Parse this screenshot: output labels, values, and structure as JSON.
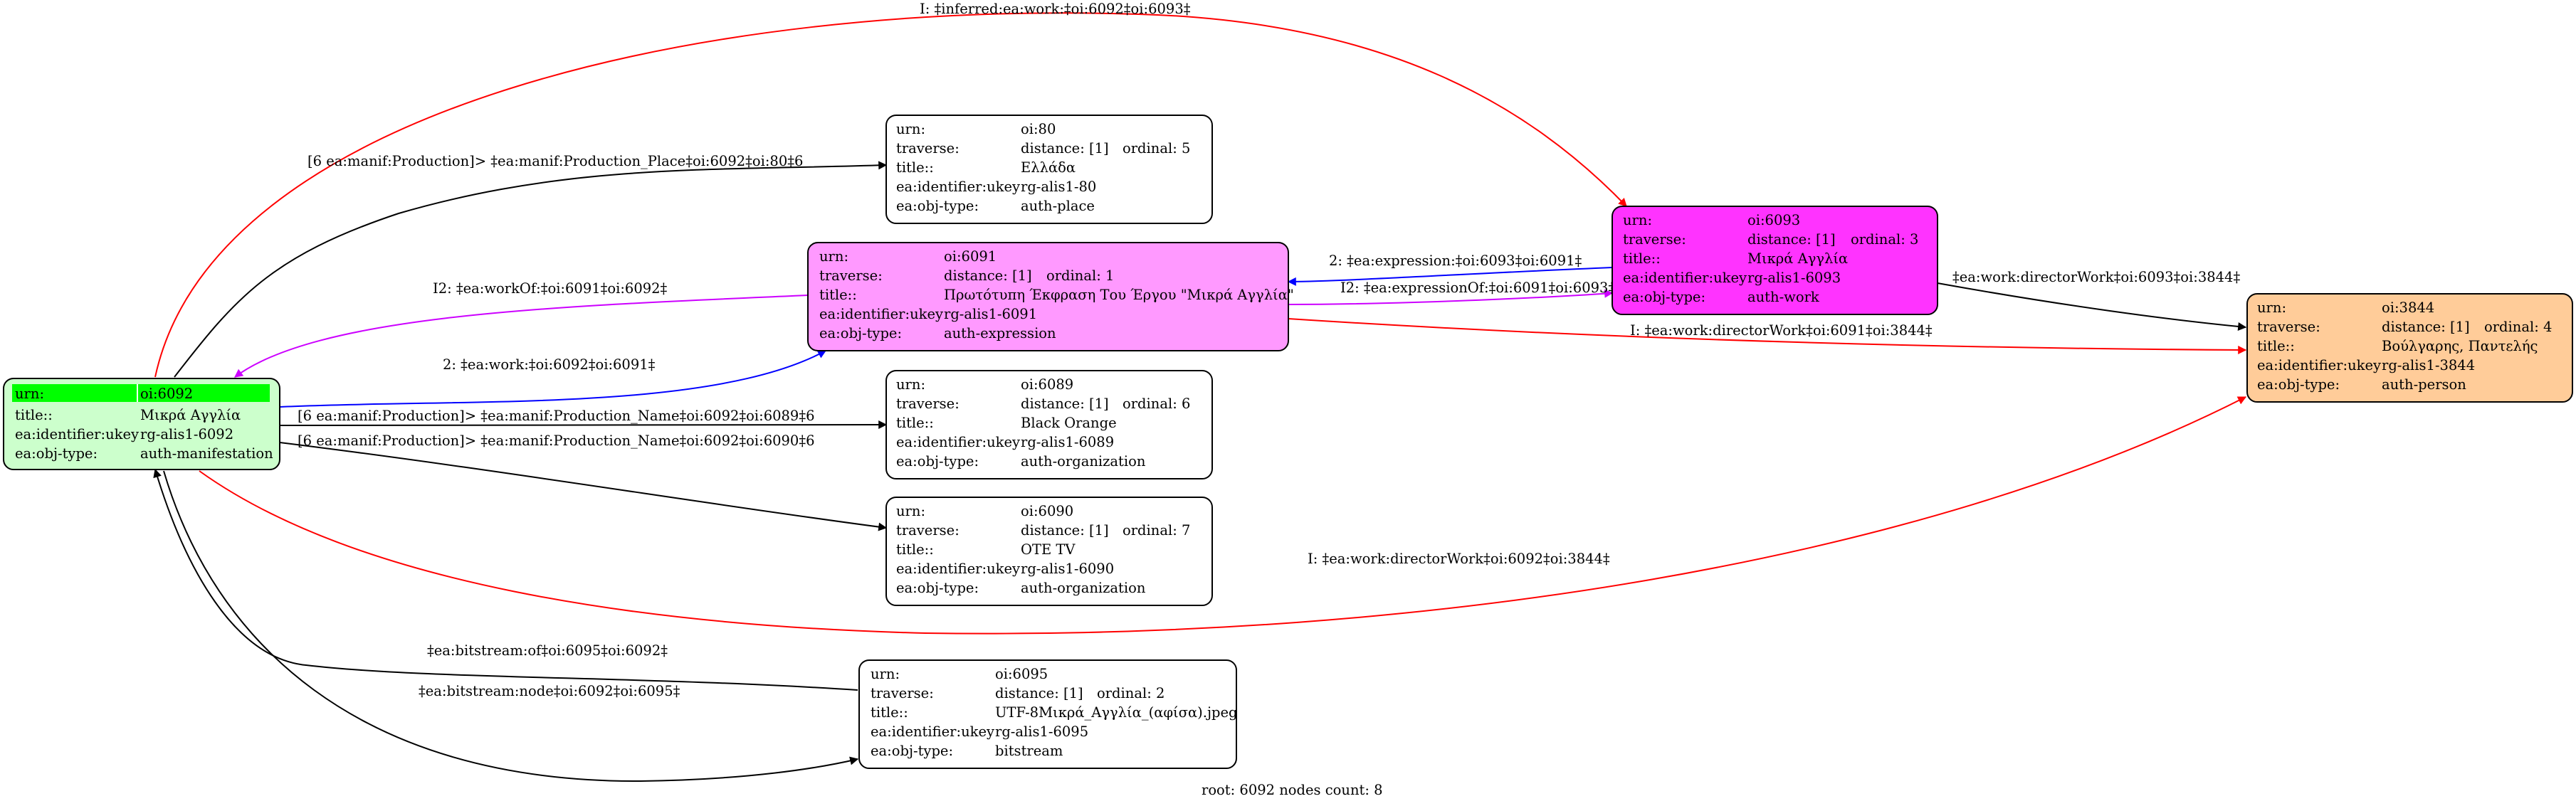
{
  "footer": "root: 6092 nodes count: 8",
  "colors": {
    "root_node": "#ccffcc",
    "root_header": "#00ff00",
    "work_node": "#ff33ff",
    "expression_node": "#ff99ff",
    "person_node": "#ffcc99",
    "default_node": "#ffffff",
    "edge_black": "#000000",
    "edge_red": "#ff0000",
    "edge_blue": "#0000ff",
    "edge_magenta": "#cc00ff"
  },
  "nodes": {
    "n6092": {
      "rows": [
        {
          "k": "urn:",
          "v": "oi:6092"
        },
        {
          "k": "title::",
          "v": "Μικρά Αγγλία"
        },
        {
          "k": "ea:identifier:ukey",
          "v": "rg-alis1-6092"
        },
        {
          "k": "ea:obj-type:",
          "v": "auth-manifestation"
        }
      ]
    },
    "n80": {
      "rows": [
        {
          "k": "urn:",
          "v": "oi:80"
        },
        {
          "k": "traverse:",
          "v": "distance: [1]",
          "o": "ordinal: 5"
        },
        {
          "k": "title::",
          "v": "Ελλάδα"
        },
        {
          "k": "ea:identifier:ukey",
          "v": "rg-alis1-80"
        },
        {
          "k": "ea:obj-type:",
          "v": "auth-place"
        }
      ]
    },
    "n6091": {
      "rows": [
        {
          "k": "urn:",
          "v": "oi:6091"
        },
        {
          "k": "traverse:",
          "v": "distance: [1]",
          "o": "ordinal: 1"
        },
        {
          "k": "title::",
          "v": "Πρωτότυπη Έκφραση Του Έργου \"Μικρά Αγγλία\""
        },
        {
          "k": "ea:identifier:ukey",
          "v": "rg-alis1-6091"
        },
        {
          "k": "ea:obj-type:",
          "v": "auth-expression"
        }
      ]
    },
    "n6093": {
      "rows": [
        {
          "k": "urn:",
          "v": "oi:6093"
        },
        {
          "k": "traverse:",
          "v": "distance: [1]",
          "o": "ordinal: 3"
        },
        {
          "k": "title::",
          "v": "Μικρά Αγγλία"
        },
        {
          "k": "ea:identifier:ukey",
          "v": "rg-alis1-6093"
        },
        {
          "k": "ea:obj-type:",
          "v": "auth-work"
        }
      ]
    },
    "n3844": {
      "rows": [
        {
          "k": "urn:",
          "v": "oi:3844"
        },
        {
          "k": "traverse:",
          "v": "distance: [1]",
          "o": "ordinal: 4"
        },
        {
          "k": "title::",
          "v": "Βούλγαρης, Παντελής"
        },
        {
          "k": "ea:identifier:ukey",
          "v": "rg-alis1-3844"
        },
        {
          "k": "ea:obj-type:",
          "v": "auth-person"
        }
      ]
    },
    "n6089": {
      "rows": [
        {
          "k": "urn:",
          "v": "oi:6089"
        },
        {
          "k": "traverse:",
          "v": "distance: [1]",
          "o": "ordinal: 6"
        },
        {
          "k": "title::",
          "v": "Black Orange"
        },
        {
          "k": "ea:identifier:ukey",
          "v": "rg-alis1-6089"
        },
        {
          "k": "ea:obj-type:",
          "v": "auth-organization"
        }
      ]
    },
    "n6090": {
      "rows": [
        {
          "k": "urn:",
          "v": "oi:6090"
        },
        {
          "k": "traverse:",
          "v": "distance: [1]",
          "o": "ordinal: 7"
        },
        {
          "k": "title::",
          "v": "OTE TV"
        },
        {
          "k": "ea:identifier:ukey",
          "v": "rg-alis1-6090"
        },
        {
          "k": "ea:obj-type:",
          "v": "auth-organization"
        }
      ]
    },
    "n6095": {
      "rows": [
        {
          "k": "urn:",
          "v": "oi:6095"
        },
        {
          "k": "traverse:",
          "v": "distance: [1]",
          "o": "ordinal: 2"
        },
        {
          "k": "title::",
          "v": "UTF-8Μικρά_Αγγλία_(αφίσα).jpeg"
        },
        {
          "k": "ea:identifier:ukey",
          "v": "rg-alis1-6095"
        },
        {
          "k": "ea:obj-type:",
          "v": "bitstream"
        }
      ]
    }
  },
  "edges": {
    "inferred_work": "I: ‡inferred:ea:work:‡oi:6092‡oi:6093‡",
    "production_place": "[6 ea:manif:Production]> ‡ea:manif:Production_Place‡oi:6092‡oi:80‡6",
    "workof": "I2: ‡ea:workOf:‡oi:6091‡oi:6092‡",
    "work": "2: ‡ea:work:‡oi:6092‡oi:6091‡",
    "production_name_6089": "[6 ea:manif:Production]> ‡ea:manif:Production_Name‡oi:6092‡oi:6089‡6",
    "production_name_6090": "[6 ea:manif:Production]> ‡ea:manif:Production_Name‡oi:6092‡oi:6090‡6",
    "expression": "2: ‡ea:expression:‡oi:6093‡oi:6091‡",
    "expressionof": "I2: ‡ea:expressionOf:‡oi:6091‡oi:6093‡",
    "directorwork_6093": "‡ea:work:directorWork‡oi:6093‡oi:3844‡",
    "directorwork_6091": "I: ‡ea:work:directorWork‡oi:6091‡oi:3844‡",
    "directorwork_6092": "I: ‡ea:work:directorWork‡oi:6092‡oi:3844‡",
    "bitstream_of": "‡ea:bitstream:of‡oi:6095‡oi:6092‡",
    "bitstream_node": "‡ea:bitstream:node‡oi:6092‡oi:6095‡"
  }
}
